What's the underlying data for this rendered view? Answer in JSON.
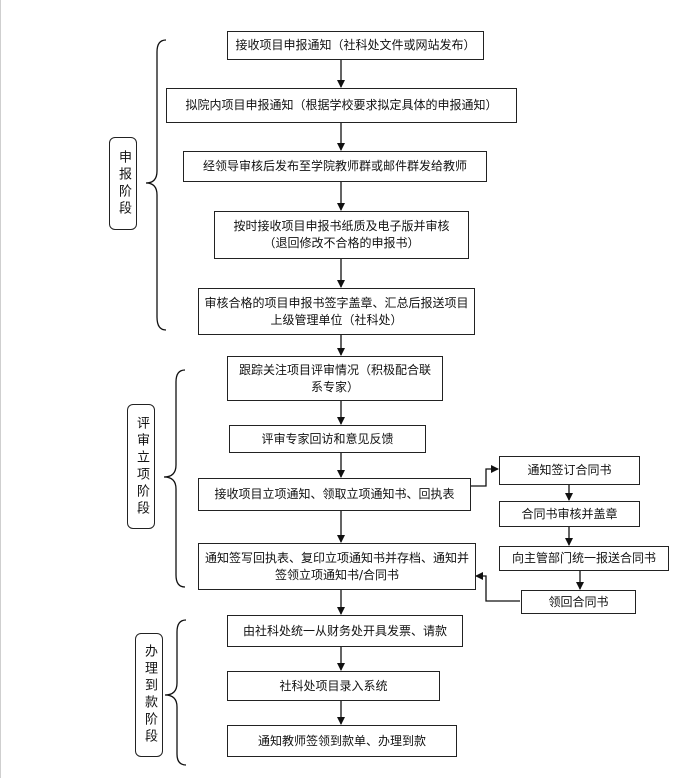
{
  "stages": {
    "declaration": "申报阶段",
    "review": "评审立项阶段",
    "payment": "办理到款阶段"
  },
  "steps": {
    "s1": "接收项目申报通知（社科处文件或网站发布）",
    "s2": "拟院内项目申报通知（根据学校要求拟定具体的申报通知）",
    "s3": "经领导审核后发布至学院教师群或邮件群发给教师",
    "s4_line1": "按时接收项目申报书纸质及电子版并审核",
    "s4_line2": "（退回修改不合格的申报书）",
    "s5_line1": "审核合格的项目申报书签字盖章、汇总后报送项目",
    "s5_line2": "上级管理单位（社科处）",
    "s6_line1": "跟踪关注项目评审情况（积极配合联",
    "s6_line2": "系专家）",
    "s7": "评审专家回访和意见反馈",
    "s8": "接收项目立项通知、领取立项通知书、回执表",
    "s9_line1": "通知签写回执表、复印立项通知书并存档、通知并",
    "s9_line2": "签领立项通知书/合同书",
    "s10": "由社科处统一从财务处开具发票、请款",
    "s11": "社科处项目录入系统",
    "s12": "通知教师签领到款单、办理到款"
  },
  "contract": {
    "c1": "通知签订合同书",
    "c2": "合同书审核并盖章",
    "c3": "向主管部门统一报送合同书",
    "c4": "领回合同书"
  }
}
